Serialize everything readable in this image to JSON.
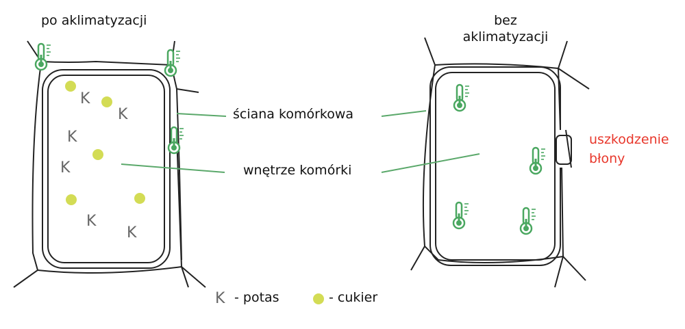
{
  "titles": {
    "left": "po aklimatyzacji",
    "right_line1": "bez",
    "right_line2": "aklimatyzacji"
  },
  "callouts": {
    "wall": "ściana komórkowa",
    "interior": "wnętrze komórki"
  },
  "damage": {
    "line1": "uszkodzenie",
    "line2": "błony"
  },
  "legend": {
    "potassium_symbol": "K",
    "potassium_label": "- potas",
    "sugar_label": "- cukier"
  },
  "colors": {
    "cell_wall": "#222222",
    "thermometer": "#4aa760",
    "leader_line": "#5aa86a",
    "sugar": "#d3dc55",
    "potassium": "#666666",
    "damage_text": "#e8372b"
  },
  "potassium_symbols": [
    "K",
    "K",
    "K",
    "K",
    "K",
    "K"
  ]
}
